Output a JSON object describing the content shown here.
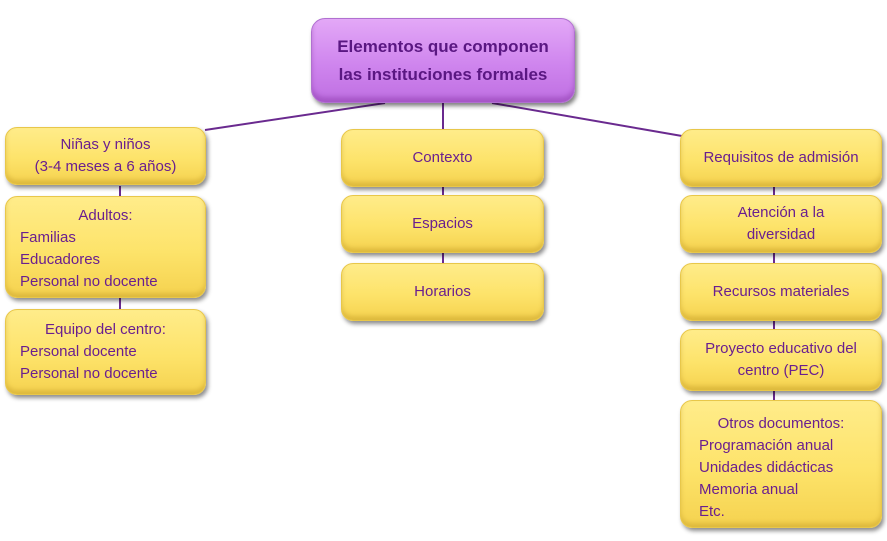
{
  "root": {
    "line1": "Elementos que componen",
    "line2": "las instituciones formales"
  },
  "left": {
    "ninos": {
      "line1": "Niñas y niños",
      "line2": "(3-4 meses a 6 años)"
    },
    "adultos": {
      "title": "Adultos:",
      "items": [
        "Familias",
        "Educadores",
        "Personal no docente"
      ]
    },
    "equipo": {
      "title": "Equipo del centro:",
      "items": [
        "Personal docente",
        "Personal no docente"
      ]
    }
  },
  "middle": {
    "items": [
      "Contexto",
      "Espacios",
      "Horarios"
    ]
  },
  "right": {
    "requisitos": "Requisitos de admisión",
    "atencion": {
      "line1": "Atención a la",
      "line2": "diversidad"
    },
    "recursos": "Recursos materiales",
    "proyecto": {
      "line1": "Proyecto educativo del",
      "line2": "centro (PEC)"
    },
    "otros": {
      "title": "Otros documentos:",
      "items": [
        "Programación anual",
        "Unidades didácticas",
        "Memoria anual",
        "Etc."
      ]
    }
  },
  "colors": {
    "node_fill": "#fde36a",
    "root_fill": "#cf85ee",
    "text": "#6a1f8f",
    "connector": "#6a2a8f"
  }
}
